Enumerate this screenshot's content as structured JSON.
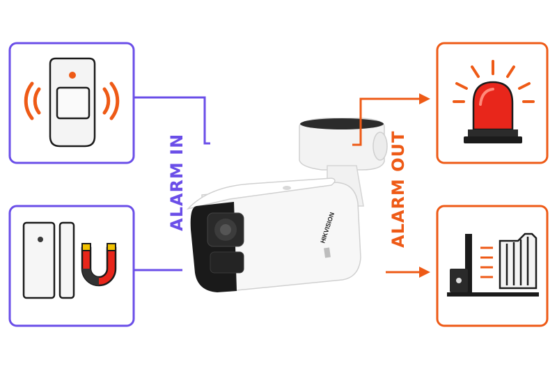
{
  "labels": {
    "alarm_in": "ALARM IN",
    "alarm_out": "ALARM OUT"
  },
  "camera": {
    "brand": "HIKVISION"
  },
  "inputs": [
    {
      "icon": "motion-sensor-icon"
    },
    {
      "icon": "door-contact-sensor-icon"
    }
  ],
  "outputs": [
    {
      "icon": "alarm-siren-icon"
    },
    {
      "icon": "gate-opener-icon"
    }
  ],
  "colors": {
    "alarm_in": "#6a4ee8",
    "alarm_out": "#ee5a16",
    "siren_red": "#e8261b"
  }
}
